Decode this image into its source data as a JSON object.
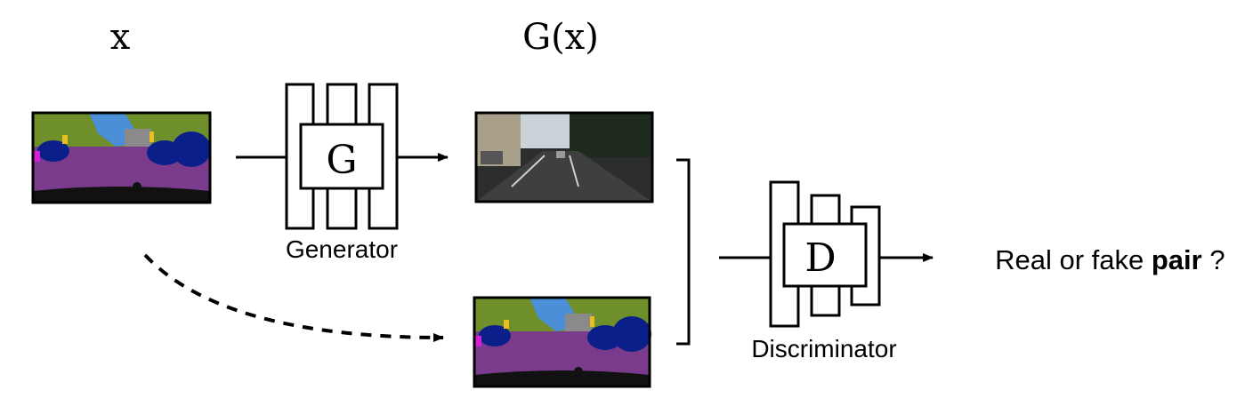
{
  "labels": {
    "input": "x",
    "output": "G(x)",
    "generator_letter": "G",
    "generator_caption": "Generator",
    "discriminator_letter": "D",
    "discriminator_caption": "Discriminator",
    "result_prefix": "Real or fake ",
    "result_bold": "pair",
    "result_suffix": " ?"
  },
  "colors": {
    "seg_purple": "#7b3b8c",
    "seg_green": "#6f8f2a",
    "seg_blue": "#0a1f8a",
    "seg_sky": "#4a8fd8",
    "seg_magenta": "#d61fd6",
    "photo_dark": "#2b2e2c",
    "stroke": "#000000"
  }
}
